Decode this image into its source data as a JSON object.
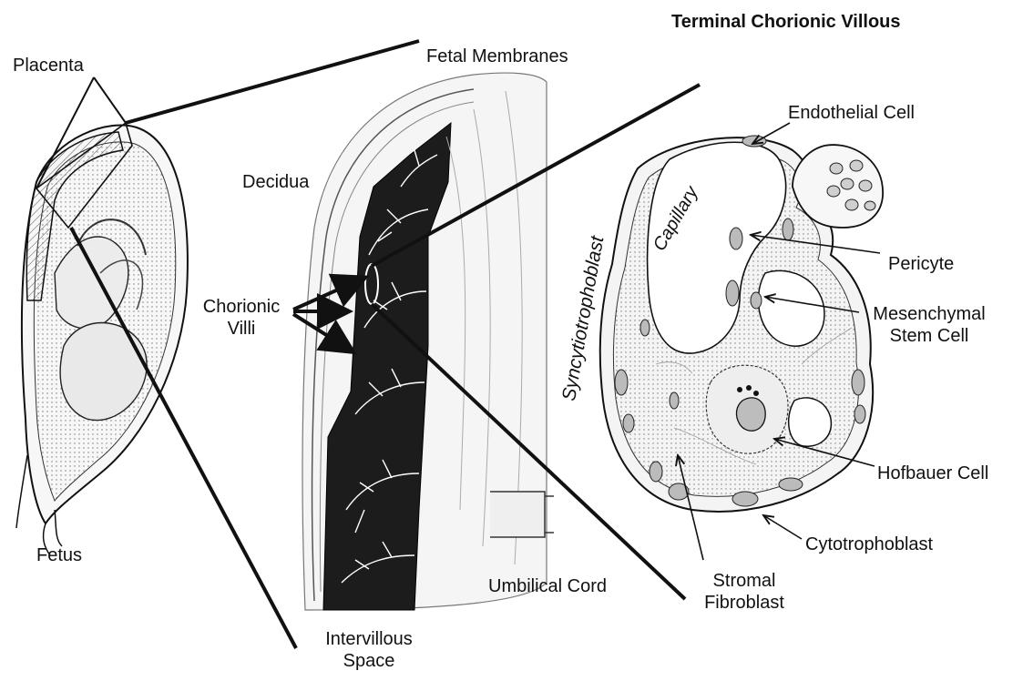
{
  "title": "Terminal Chorionic Villous",
  "labels": {
    "placenta": "Placenta",
    "fetus": "Fetus",
    "fetal_membranes": "Fetal Membranes",
    "decidua": "Decidua",
    "chorionic_villi_1": "Chorionic",
    "chorionic_villi_2": "Villi",
    "umbilical_cord": "Umbilical Cord",
    "intervillous_1": "Intervillous",
    "intervillous_2": "Space",
    "endothelial_cell": "Endothelial Cell",
    "capillary": "Capillary",
    "syncytiotrophoblast": "Syncytiotrophoblast",
    "pericyte": "Pericyte",
    "mesenchymal_1": "Mesenchymal",
    "mesenchymal_2": "Stem Cell",
    "hofbauer_cell": "Hofbauer Cell",
    "cytotrophoblast": "Cytotrophoblast",
    "stromal_1": "Stromal",
    "stromal_2": "Fibroblast"
  },
  "colors": {
    "ink": "#111111",
    "villous_tissue": "#222222",
    "section_fill": "#f4f4f4"
  }
}
